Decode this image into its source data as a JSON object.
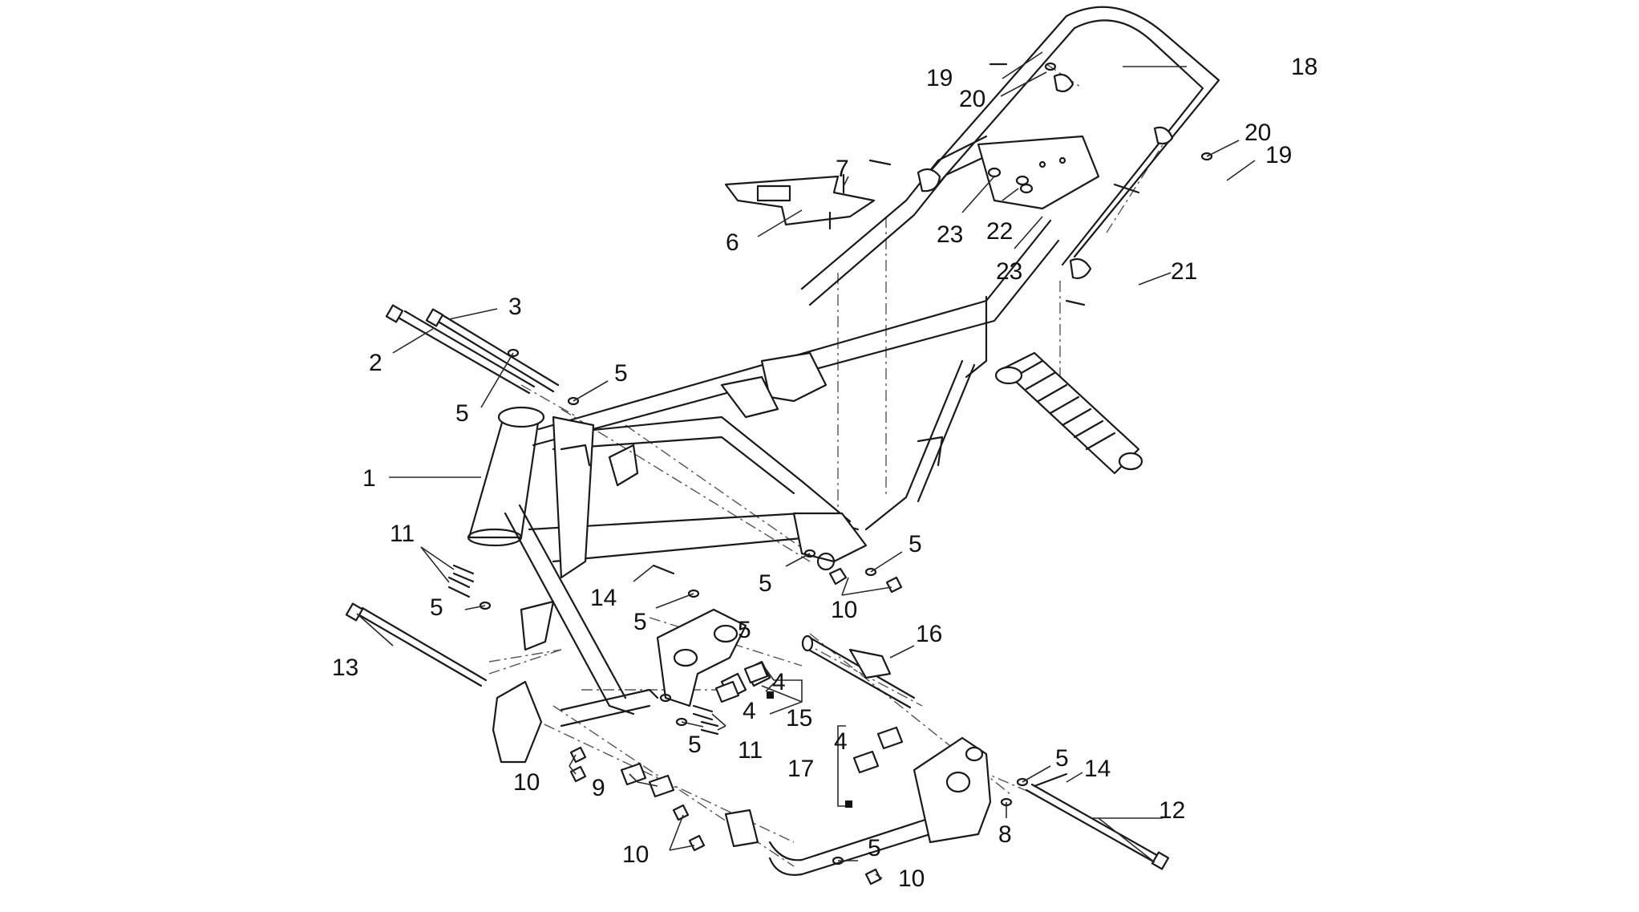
{
  "diagram": {
    "callouts": [
      {
        "id": "c1",
        "text": "1"
      },
      {
        "id": "c2",
        "text": "2"
      },
      {
        "id": "c3",
        "text": "3"
      },
      {
        "id": "c4a",
        "text": "4"
      },
      {
        "id": "c4b",
        "text": "4"
      },
      {
        "id": "c4c",
        "text": "4"
      },
      {
        "id": "c5a",
        "text": "5"
      },
      {
        "id": "c5b",
        "text": "5"
      },
      {
        "id": "c5c",
        "text": "5"
      },
      {
        "id": "c5d",
        "text": "5"
      },
      {
        "id": "c5e",
        "text": "5"
      },
      {
        "id": "c5f",
        "text": "5"
      },
      {
        "id": "c5g",
        "text": "5"
      },
      {
        "id": "c5h",
        "text": "5"
      },
      {
        "id": "c5i",
        "text": "5"
      },
      {
        "id": "c5j",
        "text": "5"
      },
      {
        "id": "c6",
        "text": "6"
      },
      {
        "id": "c7",
        "text": "7"
      },
      {
        "id": "c8",
        "text": "8"
      },
      {
        "id": "c9",
        "text": "9"
      },
      {
        "id": "c10a",
        "text": "10"
      },
      {
        "id": "c10b",
        "text": "10"
      },
      {
        "id": "c10c",
        "text": "10"
      },
      {
        "id": "c10d",
        "text": "10"
      },
      {
        "id": "c11a",
        "text": "11"
      },
      {
        "id": "c11b",
        "text": "11"
      },
      {
        "id": "c12",
        "text": "12"
      },
      {
        "id": "c13",
        "text": "13"
      },
      {
        "id": "c14a",
        "text": "14"
      },
      {
        "id": "c14b",
        "text": "14"
      },
      {
        "id": "c15",
        "text": "15"
      },
      {
        "id": "c16",
        "text": "16"
      },
      {
        "id": "c17",
        "text": "17"
      },
      {
        "id": "c18",
        "text": "18"
      },
      {
        "id": "c19a",
        "text": "19"
      },
      {
        "id": "c19b",
        "text": "19"
      },
      {
        "id": "c20a",
        "text": "20"
      },
      {
        "id": "c20b",
        "text": "20"
      },
      {
        "id": "c21",
        "text": "21"
      },
      {
        "id": "c22",
        "text": "22"
      },
      {
        "id": "c23a",
        "text": "23"
      },
      {
        "id": "c23b",
        "text": "23"
      }
    ]
  }
}
